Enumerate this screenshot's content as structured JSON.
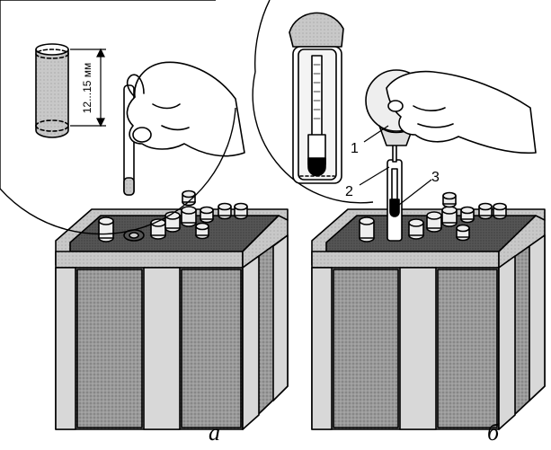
{
  "figure": {
    "panel_a": {
      "caption": "а",
      "dimension_label": "12...15 мм"
    },
    "panel_b": {
      "caption": "б",
      "callouts": [
        "1",
        "2",
        "3"
      ]
    }
  }
}
